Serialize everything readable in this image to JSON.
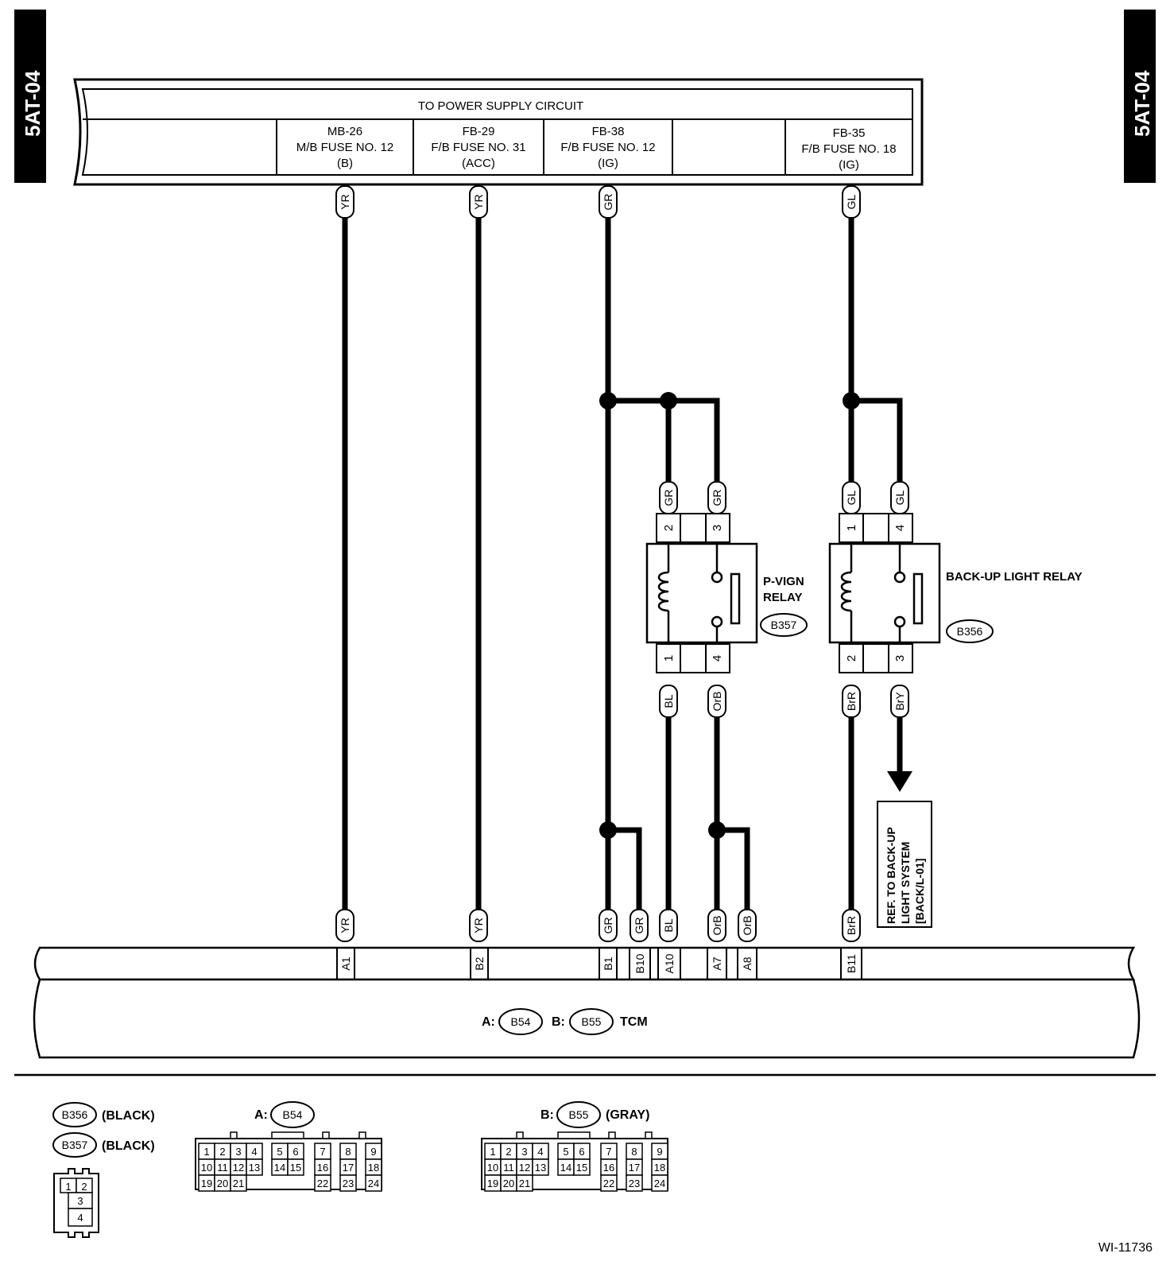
{
  "side_tabs": {
    "left": "5AT-04",
    "right": "5AT-04"
  },
  "supply": {
    "title": "TO POWER SUPPLY CIRCUIT",
    "fuses": [
      {
        "line1": "MB-26",
        "line2": "M/B FUSE NO. 12",
        "line3": "(B)"
      },
      {
        "line1": "FB-29",
        "line2": "F/B FUSE NO. 31",
        "line3": "(ACC)"
      },
      {
        "line1": "FB-38",
        "line2": "F/B FUSE NO. 12",
        "line3": "(IG)"
      },
      {
        "line1": "FB-35",
        "line2": "F/B FUSE NO. 18",
        "line3": "(IG)"
      }
    ]
  },
  "wire_top_labels": [
    "YR",
    "YR",
    "GR",
    "GL"
  ],
  "relays": {
    "p_vign": {
      "name_line1": "P-VIGN",
      "name_line2": "RELAY",
      "connector": "B357",
      "top_wires": [
        "GR",
        "GR"
      ],
      "top_pins": [
        "2",
        "3"
      ],
      "bottom_pins": [
        "1",
        "4"
      ],
      "bottom_wires": [
        "BL",
        "OrB"
      ]
    },
    "backup": {
      "name": "BACK-UP LIGHT RELAY",
      "connector": "B356",
      "top_wires": [
        "GL",
        "GL"
      ],
      "top_pins": [
        "1",
        "4"
      ],
      "bottom_pins": [
        "2",
        "3"
      ],
      "bottom_wires": [
        "BrR",
        "BrY"
      ]
    }
  },
  "reference": {
    "line1": "REF. TO BACK-UP",
    "line2": "LIGHT SYSTEM",
    "line3": "[BACK/L-01]"
  },
  "tcm": {
    "wires": [
      "YR",
      "YR",
      "GR",
      "GR",
      "BL",
      "OrB",
      "OrB",
      "BrR"
    ],
    "pins": [
      "A1",
      "B2",
      "B1",
      "B10",
      "A10",
      "A7",
      "A8",
      "B11"
    ],
    "label_a": "A:",
    "connector_a": "B54",
    "label_b": "B:",
    "connector_b": "B55",
    "name": "TCM"
  },
  "legend": {
    "relay_connectors": [
      {
        "id": "B356",
        "color": "(BLACK)"
      },
      {
        "id": "B357",
        "color": "(BLACK)"
      }
    ],
    "relay_pins": [
      "1",
      "2",
      "3",
      "4"
    ],
    "conn_a": {
      "prefix": "A:",
      "id": "B54",
      "color": ""
    },
    "conn_b": {
      "prefix": "B:",
      "id": "B55",
      "color": "(GRAY)"
    },
    "grid_pins": [
      [
        "1",
        "2",
        "3",
        "4",
        "5",
        "6",
        "7",
        "8",
        "9"
      ],
      [
        "10",
        "11",
        "12",
        "13",
        "14",
        "15",
        "16",
        "17",
        "18"
      ],
      [
        "19",
        "20",
        "21",
        "",
        "",
        "",
        "22",
        "23",
        "24"
      ]
    ]
  },
  "figure_id": "WI-11736"
}
